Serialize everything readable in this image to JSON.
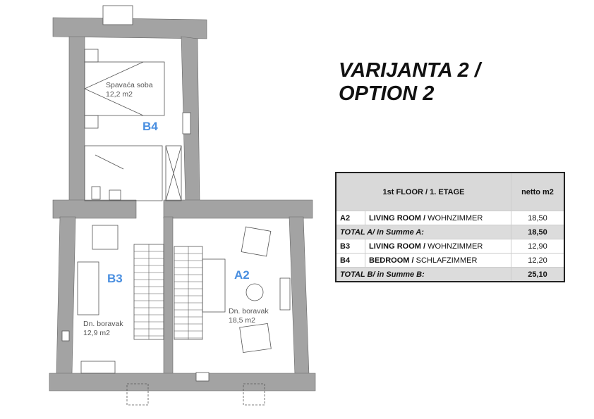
{
  "title": {
    "line1": "VARIJANTA 2 /",
    "line2": "OPTION 2"
  },
  "table": {
    "header": {
      "floor": "1st FLOOR / 1. ETAGE",
      "area": "netto m2"
    },
    "rows": [
      {
        "code": "A2",
        "name_bold": "LIVING ROOM /",
        "name": "WOHNZIMMER",
        "area": "18,50"
      },
      {
        "total": "TOTAL A/ in Summe A:",
        "area": "18,50"
      },
      {
        "code": "B3",
        "name_bold": "LIVING ROOM /",
        "name": "WOHNZIMMER",
        "area": "12,90"
      },
      {
        "code": "B4",
        "name_bold": "BEDROOM /",
        "name": "SCHLAFZIMMER",
        "area": "12,20"
      },
      {
        "total": "TOTAL B/ in Summe B:",
        "area": "25,10"
      }
    ]
  },
  "plan": {
    "rooms": [
      {
        "id": "B4",
        "name": "Spavaća soba",
        "area": "12,2 m2"
      },
      {
        "id": "B3",
        "name": "Dn. boravak",
        "area": "12,9 m2"
      },
      {
        "id": "A2",
        "name": "Dn. boravak",
        "area": "18,5 m2"
      }
    ],
    "colors": {
      "wall": "#a3a3a3",
      "label": "#4a8fe0"
    }
  }
}
